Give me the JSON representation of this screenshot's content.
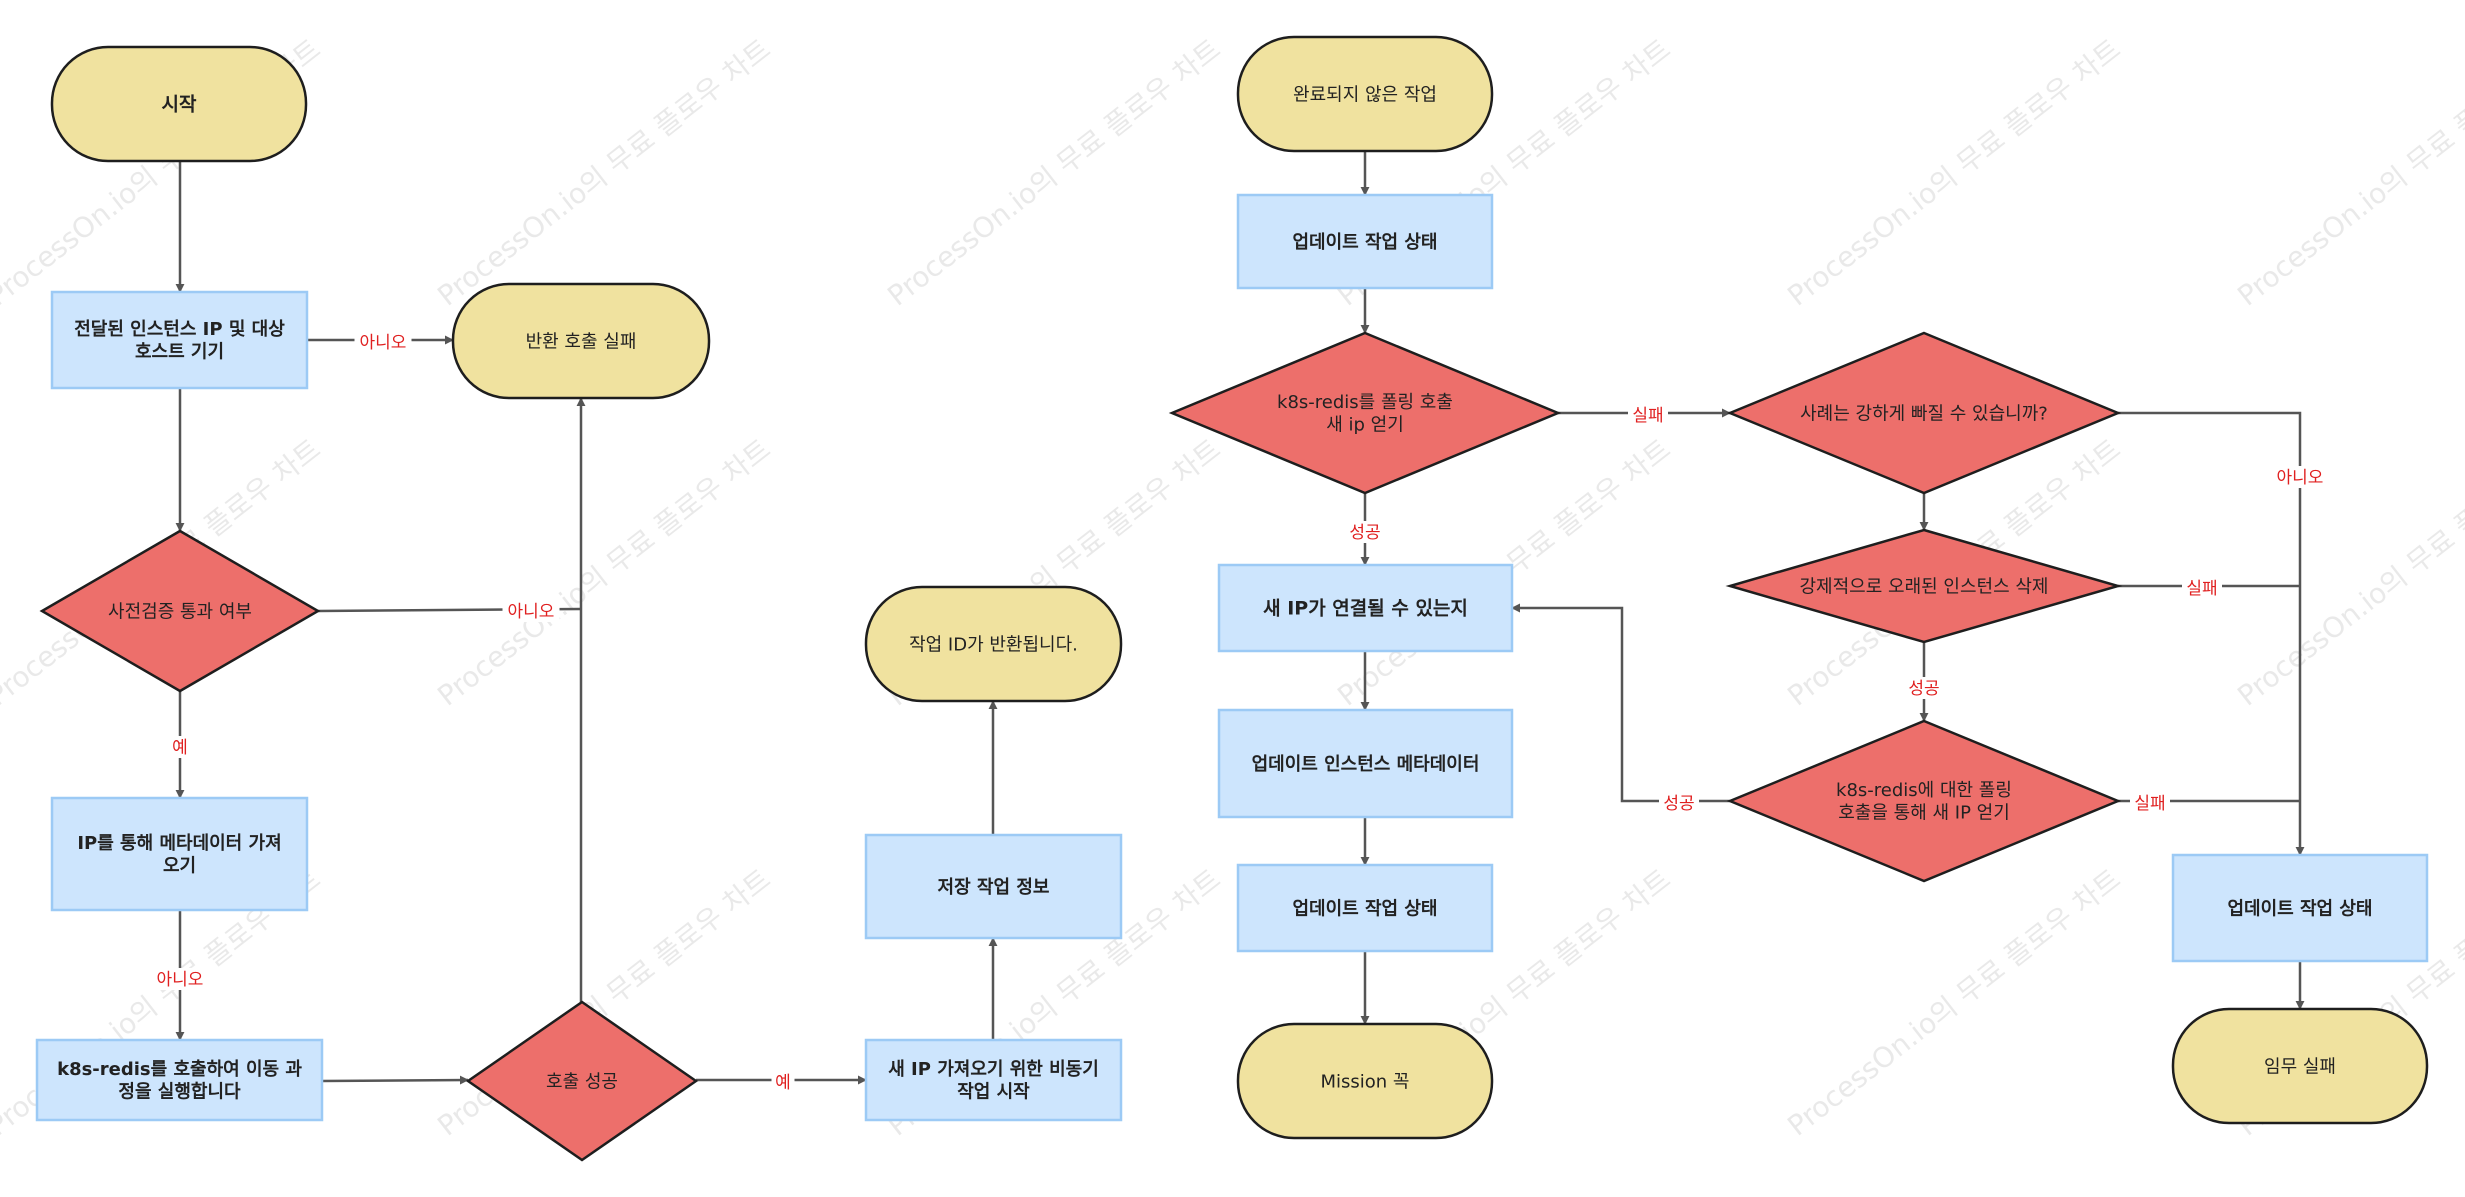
{
  "colors": {
    "terminal_fill": "#f0e29f",
    "process_fill": "#cde5fd",
    "process_stroke": "#9ccaf5",
    "decision_fill": "#ed6f6b",
    "line": "#555555",
    "label": "#e02020"
  },
  "watermark": "ProcessOn.io의 무료 플로우 차트",
  "nodes": {
    "start": [
      "시작"
    ],
    "host_check": [
      "전달된 인스턴스 IP 및 대상",
      "호스트 기기"
    ],
    "return_fail": [
      "반환 호출 실패"
    ],
    "precheck": [
      "사전검증 통과 여부"
    ],
    "get_metadata": [
      "IP를 통해 메타데이터 가져",
      "오기"
    ],
    "call_k8s": [
      "k8s-redis를 호출하여 이동 과",
      "정을 실행합니다"
    ],
    "call_success": [
      "호출 성공"
    ],
    "async_start": [
      "새 IP 가져오기 위한 비동기",
      "작업 시작"
    ],
    "save_task": [
      "저장 작업 정보"
    ],
    "task_id_returned": [
      "작업 ID가 반환됩니다."
    ],
    "unfinished": [
      "완료되지 않은 작업"
    ],
    "update_status_1": [
      "업데이트 작업 상태"
    ],
    "poll_k8s": [
      "k8s-redis를 폴링 호출",
      "새 ip 얻기"
    ],
    "can_connect": [
      "새 IP가 연결될 수 있는지"
    ],
    "update_metadata": [
      "업데이트 인스턴스 메타데이터"
    ],
    "update_status_2": [
      "업데이트 작업 상태"
    ],
    "mission_done": [
      "Mission 꼭"
    ],
    "force_exit": [
      "사례는 강하게 빠질 수 있습니까?"
    ],
    "force_delete": [
      "강제적으로 오래된 인스턴스 삭제"
    ],
    "poll_again": [
      "k8s-redis에 대한 폴링",
      "호출을 통해 새 IP 얻기"
    ],
    "update_status_3": [
      "업데이트 작업 상태"
    ],
    "mission_fail": [
      "임무 실패"
    ]
  },
  "edge_labels": {
    "host_no": "아니오",
    "precheck_no": "아니오",
    "precheck_yes": "예",
    "metadata_no": "아니오",
    "call_yes": "예",
    "poll_success": "성공",
    "poll_fail": "실패",
    "force_exit_no": "아니오",
    "force_delete_fail": "실패",
    "force_delete_success": "성공",
    "poll_again_fail": "실패",
    "poll_again_success": "성공"
  }
}
